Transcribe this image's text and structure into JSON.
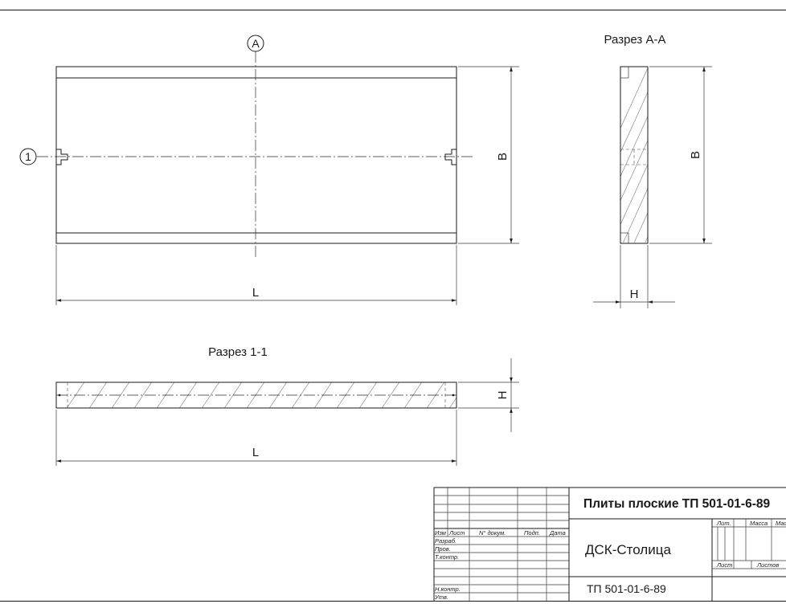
{
  "labels": {
    "axis_a": "A",
    "axis_1": "1",
    "section_aa": "Разрез А-А",
    "section_11": "Разрез 1-1",
    "dim_b_plan": "B",
    "dim_b_section": "B",
    "dim_h_section": "H",
    "dim_h_long": "H",
    "dim_l_plan": "L",
    "dim_l_long": "L"
  },
  "title_block": {
    "title": "Плиты плоские ТП 501-01-6-89",
    "organization": "ДСК-Столица",
    "code": "ТП 501-01-6-89",
    "header": {
      "izm": "Изм",
      "list": "Лист",
      "doc": "N° докум.",
      "sign": "Подп.",
      "date": "Дата"
    },
    "roles": {
      "razrab": "Разраб.",
      "prov": "Пров.",
      "tkontr": "Т.контр.",
      "nkontr": "Н.контр.",
      "utv": "Утв."
    },
    "stage_headers": {
      "lit": "Лит.",
      "massa": "Масса",
      "masshtab": "Масштаб"
    },
    "sheet_labels": {
      "list": "Лист",
      "listov": "Листов"
    }
  },
  "colors": {
    "line": "#1a1a1a",
    "hatch": "#7a7a7a",
    "background": "#ffffff"
  }
}
